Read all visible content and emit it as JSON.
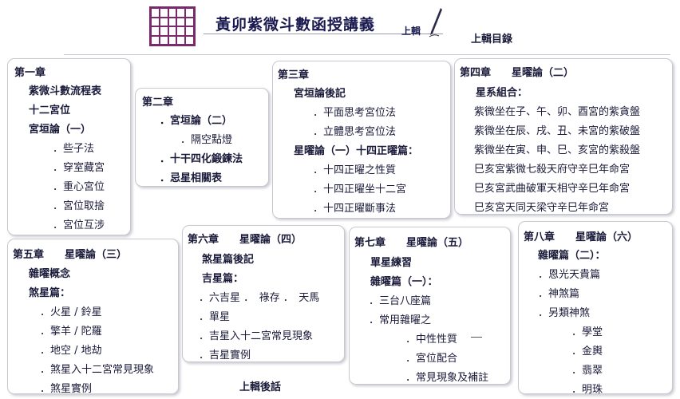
{
  "header": {
    "title": "黃卯紫微斗數函授講義",
    "volume": "上輯",
    "toc_title": "上輯目錄",
    "afterword": "上輯後話"
  },
  "ch1": {
    "heading": "第一章",
    "l1": "紫微斗數流程表",
    "l2": "十二宮位",
    "l3": "宮垣論（一）",
    "items": [
      "．些子法",
      "．穿室藏宮",
      "．重心宮位",
      "．宮位取捨",
      "．宮位互涉"
    ]
  },
  "ch2": {
    "heading": "第二章",
    "l1": "．宮垣論（二）",
    "l2": "．隔空點燈",
    "l3": "．十干四化鍛鍊法",
    "l4": "．忌星相關表"
  },
  "ch3": {
    "heading": "第三章",
    "l1": "宮垣論後記",
    "l2": "．平面思考宮位法",
    "l3": "．立體思考宮位法",
    "l4": "星曜論（一）十四正曜篇：",
    "l5": "．十四正曜之性質",
    "l6": "．十四正曜坐十二宮",
    "l7": "．十四正曜斷事法"
  },
  "ch4": {
    "heading": "第四章　　星曜論（二）",
    "l1": "星系組合：",
    "items": [
      "紫微坐在子、午、卯、酉宮的紫貪盤",
      "紫微坐在辰、戌、丑、未宮的紫破盤",
      "紫微坐在寅、申、巳、亥宮的紫殺盤",
      "巳亥宮紫微七殺天府守辛巳年命宮",
      "巳亥宮武曲破軍天相守辛巳年命宮",
      "巳亥宮天同天梁守辛巳年命宮"
    ]
  },
  "ch5": {
    "heading": "第五章　　星曜論（三）",
    "l1": "雜曜概念",
    "l2": "煞星篇：",
    "items": [
      "．火星 / 鈴星",
      "．擎羊 / 陀羅",
      "．地空 / 地劫",
      "．煞星入十二宮常見現象",
      "．煞星實例"
    ]
  },
  "ch6": {
    "heading": "第六章　　星曜論（四）",
    "l1": "煞星篇後記",
    "l2": "吉星篇：",
    "items": [
      "．六吉星 ．　祿存 ．　天馬",
      "．單星",
      "．吉星入十二宮常見現象",
      "．吉星實例"
    ]
  },
  "ch7": {
    "heading": "第七章　　星曜論（五）",
    "l1": "單星練習",
    "l2": "雜曜篇（一）：",
    "l3": "．三台八座篇",
    "l4": "．常用雜曜之",
    "items": [
      "．中性性質",
      "．宮位配合",
      "．常見現象及補註"
    ]
  },
  "ch8": {
    "heading": "第八章　　星曜論（六）",
    "l1": "雜曜篇（二）：",
    "l2": "．恩光天貴篇",
    "l3": "．神煞篇",
    "l4": "．另類神煞",
    "items": [
      "．學堂",
      "．金輿",
      "．翡翠",
      "．明珠"
    ]
  }
}
